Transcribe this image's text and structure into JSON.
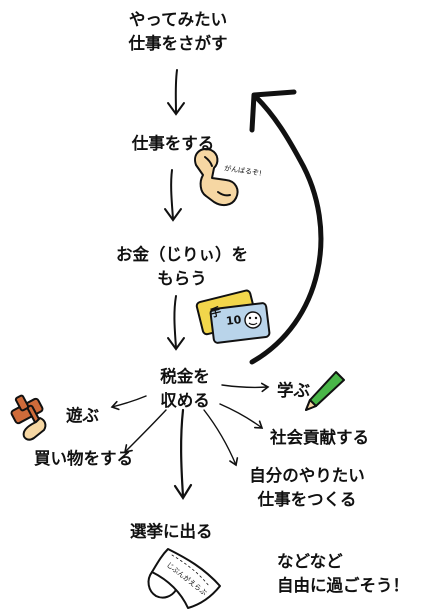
{
  "nodes": {
    "find_job": [
      "やってみたい",
      "仕事をさがす"
    ],
    "work": "仕事をする",
    "earn": [
      "お金（じりぃ）を",
      "もらう"
    ],
    "tax": [
      "税金を",
      "収める"
    ],
    "play": "遊ぶ",
    "learn": "学ぶ",
    "shopping": "買い物をする",
    "social": "社会貢献する",
    "own_job": [
      "自分のやりたい",
      "仕事をつくる"
    ],
    "election": "選挙に出る",
    "free": [
      "などなど",
      "自由に過ごそう！"
    ]
  },
  "doodles": {
    "flex_caption": "がんばるぞ!",
    "bill_left": "手",
    "bill_right": "10",
    "scroll_text": "じぶんがえらぶ"
  },
  "colors": {
    "line": "#111111",
    "skin": "#f6d7a3",
    "gavel": "#cf6b3a",
    "pencil": "#49b648",
    "bill_yellow": "#f2d64b",
    "bill_blue": "#b9d4ea"
  }
}
